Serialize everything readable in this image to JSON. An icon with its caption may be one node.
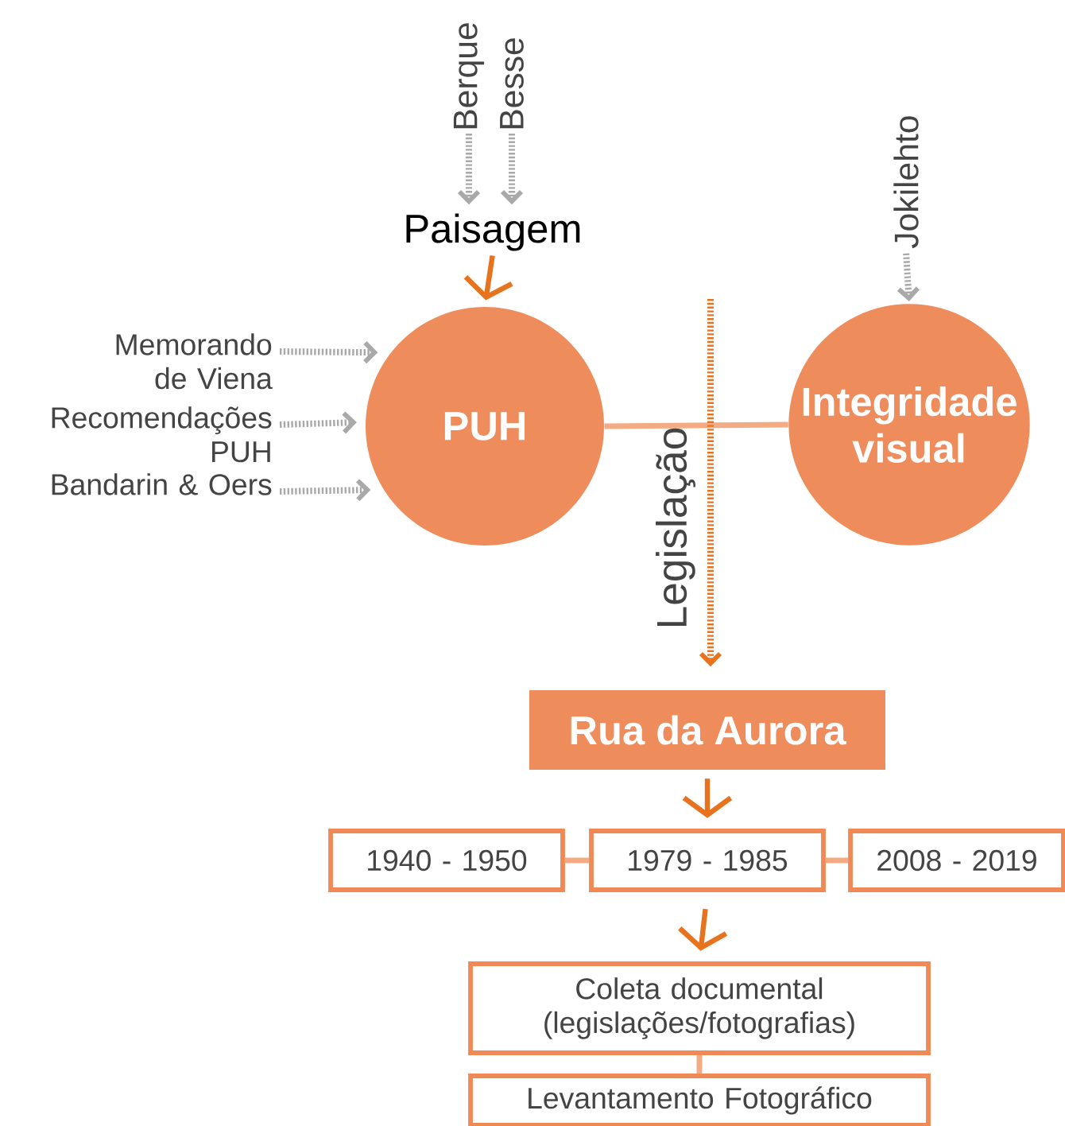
{
  "diagram": {
    "nodes": [
      {
        "text": [
          "Berque"
        ]
      },
      {
        "text": [
          "Besse"
        ]
      },
      {
        "text": [
          "Paisagem"
        ]
      },
      {
        "text": [
          "Memorando de Viena"
        ]
      },
      {
        "text": [
          "Recomendações PUH"
        ]
      },
      {
        "text": [
          "Bandarin & Oers"
        ]
      },
      {
        "text": [
          "PUH"
        ]
      },
      {
        "text": [
          "Jokilehto"
        ]
      },
      {
        "text": [
          "Integridade visual"
        ]
      },
      {
        "text": [
          "Rua da Aurora"
        ]
      },
      {
        "text": [
          "1940 - 1950"
        ]
      },
      {
        "text": [
          "1979 - 1985"
        ]
      },
      {
        "text": [
          "2008 - 2019"
        ]
      },
      {
        "text": [
          "Coleta documental (legislações/fotografias)"
        ]
      },
      {
        "text": [
          "Levantamento Fotográfico"
        ]
      }
    ],
    "edges": [
      {
        "from": 0,
        "to": 2,
        "arrow": "to",
        "style": "dashed",
        "color": "#a9a9a9"
      },
      {
        "from": 1,
        "to": 2,
        "arrow": "to",
        "style": "dashed",
        "color": "#a9a9a9"
      },
      {
        "from": 2,
        "to": 6,
        "arrow": "to",
        "color": "#e8731f"
      },
      {
        "from": 3,
        "to": 6,
        "arrow": "to",
        "style": "dashed",
        "color": "#a9a9a9"
      },
      {
        "from": 4,
        "to": 6,
        "arrow": "to",
        "style": "dashed",
        "color": "#a9a9a9"
      },
      {
        "from": 5,
        "to": 6,
        "arrow": "to",
        "style": "dashed",
        "color": "#a9a9a9"
      },
      {
        "from": 6,
        "to": 8,
        "arrow": "none",
        "color": "#f4ab84"
      },
      {
        "from": 7,
        "to": 8,
        "arrow": "to",
        "style": "dashed",
        "color": "#a9a9a9"
      },
      {
        "from": null,
        "to": 9,
        "arrow": "to",
        "style": "dashed",
        "color": "#e8731f",
        "label": "Legislação"
      },
      {
        "from": 9,
        "to": 11,
        "arrow": "to",
        "color": "#e8731f"
      },
      {
        "from": 10,
        "to": 11,
        "arrow": "none",
        "color": "#f4ab84"
      },
      {
        "from": 11,
        "to": 12,
        "arrow": "none",
        "color": "#f4ab84"
      },
      {
        "from": 11,
        "to": 13,
        "arrow": "to",
        "color": "#e8731f"
      },
      {
        "from": 13,
        "to": 14,
        "arrow": "none",
        "color": "#f4ab84"
      }
    ]
  }
}
